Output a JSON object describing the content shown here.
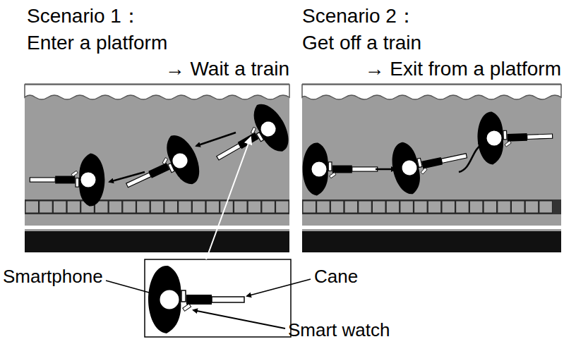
{
  "diagram": {
    "labels": [
      "Scenario 1：",
      "Enter a platform",
      "→ Wait a train",
      "Scenario 2：",
      "Get off a train",
      "→ Exit from a platform",
      "Smartphone",
      "Cane",
      "Smart watch"
    ]
  }
}
